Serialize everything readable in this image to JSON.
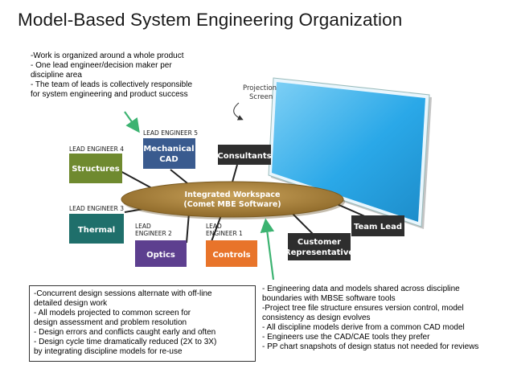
{
  "title": "Model-Based System Engineering Organization",
  "notes": {
    "top": [
      "-Work is organized around a whole product",
      "- One lead engineer/decision maker per",
      "discipline area",
      "- The team of leads is collectively responsible",
      "for system engineering and product success"
    ],
    "left": [
      "-Concurrent design sessions alternate with off-line",
      "detailed design work",
      "- All  models projected to common screen for",
      "design assessment and problem resolution",
      "- Design errors and conflicts caught early and often",
      "- Design cycle time dramatically reduced (2X to 3X)",
      "by integrating discipline models for re-use"
    ],
    "right": [
      "- Engineering data and models shared across discipline",
      "boundaries with MBSE software tools",
      "-Project tree file structure ensures version control, model",
      "consistency as design evolves",
      "- All discipline models derive from a common CAD model",
      "- Engineers use the CAD/CAE tools they prefer",
      "- PP chart snapshots of design status not needed for reviews"
    ]
  },
  "diagram": {
    "projection_label": [
      "Projection",
      "Screen"
    ],
    "workspace": [
      "Integrated Workspace",
      "(Comet MBE Software)"
    ],
    "boxes": {
      "structures": {
        "label": [
          "Structures"
        ],
        "lead": [
          "LEAD ENGINEER 4"
        ],
        "color": "#6f8a2f"
      },
      "mechanical": {
        "label": [
          "Mechanical",
          "CAD"
        ],
        "lead": [
          "LEAD ENGINEER 5"
        ],
        "color": "#3a5b8f"
      },
      "consultants": {
        "label": [
          "Consultants"
        ],
        "lead": [],
        "color": "#2e2e2e"
      },
      "thermal": {
        "label": [
          "Thermal"
        ],
        "lead": [
          "LEAD ENGINEER 3"
        ],
        "color": "#1f6f6b"
      },
      "optics": {
        "label": [
          "Optics"
        ],
        "lead": [
          "LEAD",
          "ENGINEER 2"
        ],
        "color": "#5d3f8f"
      },
      "controls": {
        "label": [
          "Controls"
        ],
        "lead": [
          "LEAD",
          "ENGINEER 1"
        ],
        "color": "#e8742a"
      },
      "customer": {
        "label": [
          "Customer",
          "Representative"
        ],
        "lead": [],
        "color": "#2e2e2e"
      },
      "teamlead": {
        "label": [
          "Team Lead"
        ],
        "lead": [],
        "color": "#2e2e2e"
      }
    },
    "colors": {
      "screen": "#2aa8e8",
      "workspace": "#a8823a",
      "arrow": "#3cb371"
    }
  }
}
